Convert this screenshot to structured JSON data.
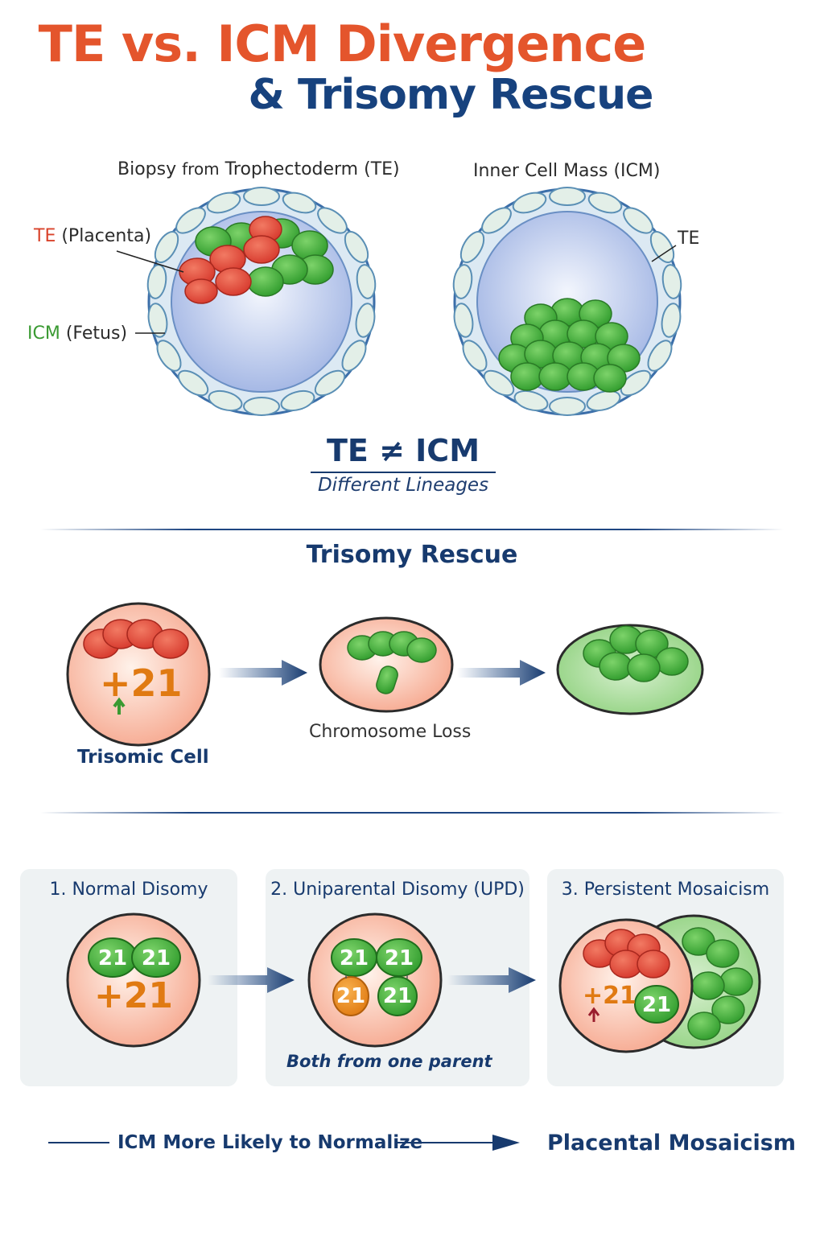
{
  "title": {
    "line1": "TE vs. ICM Divergence",
    "line2": "& Trisomy Rescue"
  },
  "embryos": {
    "left_header_a": "Biopsy",
    "left_header_b": "from",
    "left_header_c": "Trophectoderm (TE)",
    "right_header": "Inner Cell Mass (ICM)",
    "te_abbr": "TE",
    "te_desc": "(Placenta)",
    "icm_abbr": "ICM",
    "icm_desc": "(Fetus)",
    "right_te": "TE"
  },
  "divergence": {
    "statement": "TE ≠ ICM",
    "subtitle": "Different Lineages"
  },
  "rescue": {
    "heading": "Trisomy Rescue",
    "trisomy_label": "+21",
    "trisomic_cell": "Trisomic Cell",
    "chromosome_loss": "Chromosome Loss"
  },
  "outcomes": {
    "panels": [
      {
        "title": "1. Normal Disomy",
        "chrom_a": "21",
        "chrom_b": "21",
        "extra": "+21"
      },
      {
        "title": "2. Uniparental Disomy (UPD)",
        "chrom_a": "21",
        "chrom_b": "21",
        "chrom_c": "21",
        "chrom_d": "21",
        "note": "Both from one parent"
      },
      {
        "title": "3. Persistent Mosaicism",
        "extra": "+21",
        "chrom_a": "21"
      }
    ]
  },
  "bottom": {
    "left": "ICM More Likely to Normalize",
    "right": "Placental Mosaicism"
  },
  "colors": {
    "accent_red": "#e4552c",
    "brand_blue": "#17427e",
    "te_red": "#e0463a",
    "icm_green": "#4caf3f",
    "chrom_orange": "#e8861e"
  }
}
